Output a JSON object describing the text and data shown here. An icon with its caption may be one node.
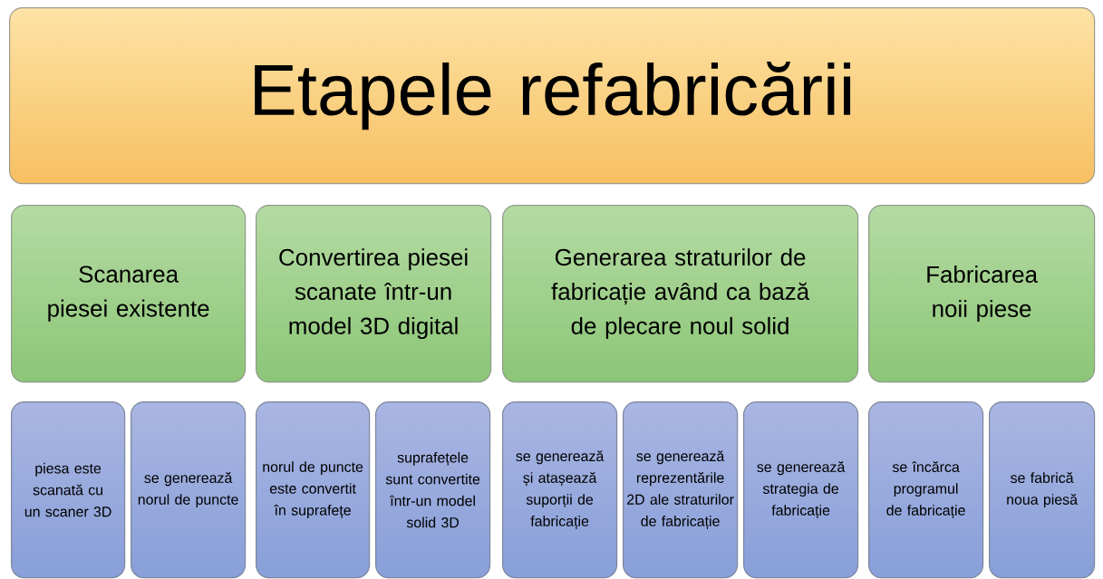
{
  "diagram": {
    "nodes": [
      {
        "text": [
          "Etapele refabricării"
        ]
      },
      {
        "text": [
          "Scanarea piesei existente"
        ]
      },
      {
        "text": [
          "Convertirea piesei scanate într-un model 3D digital"
        ]
      },
      {
        "text": [
          "Generarea straturilor de fabricație având ca bază de plecare noul solid"
        ]
      },
      {
        "text": [
          "Fabricarea noii piese"
        ]
      },
      {
        "text": [
          "piesa este scanată cu un scaner 3D"
        ]
      },
      {
        "text": [
          "se generează norul de puncte"
        ]
      },
      {
        "text": [
          "norul de puncte este convertit în suprafețe"
        ]
      },
      {
        "text": [
          "suprafețele sunt convertite într-un model solid 3D"
        ]
      },
      {
        "text": [
          "se generează și atașează suporții de fabricație"
        ]
      },
      {
        "text": [
          "se generează reprezentările 2D ale straturilor de fabricație"
        ]
      },
      {
        "text": [
          "se generează strategia de fabricație"
        ]
      },
      {
        "text": [
          "se încărca programul de fabricație"
        ]
      },
      {
        "text": [
          "se fabrică noua piesă"
        ]
      }
    ]
  }
}
